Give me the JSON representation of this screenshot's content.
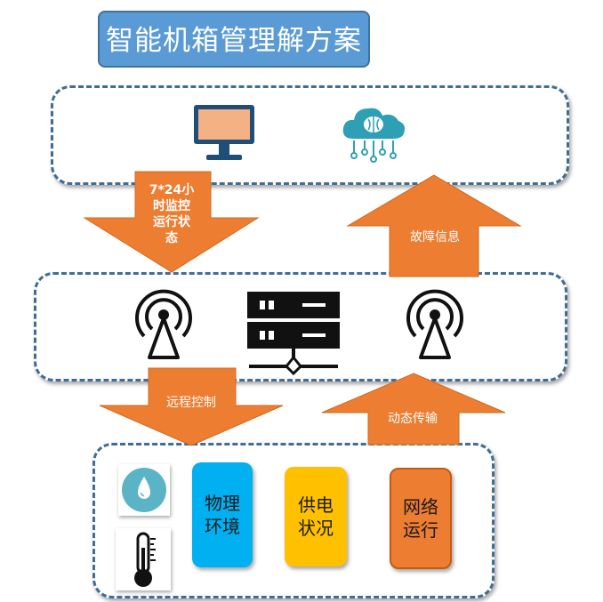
{
  "title": "智能机箱管理解方案",
  "arrows": {
    "monitor": "7*24小\n时监控\n运行状\n态",
    "fault": "故障信息",
    "remote": "远程控制",
    "dynamic": "动态传输"
  },
  "cards": {
    "physical": "物理\n环境",
    "power": "供电\n状况",
    "network": "网络\n运行"
  },
  "colors": {
    "title_bg": "#5b9bd5",
    "panel_border": "#3f6d96",
    "arrow": "#ed7d31",
    "physical": "#00b0f0",
    "power": "#ffc000",
    "network": "#ed7d31"
  },
  "icons": [
    "computer-monitor-icon",
    "cloud-brain-icon",
    "wireless-antenna-icon",
    "server-network-icon",
    "water-drop-icon",
    "thermometer-icon"
  ]
}
